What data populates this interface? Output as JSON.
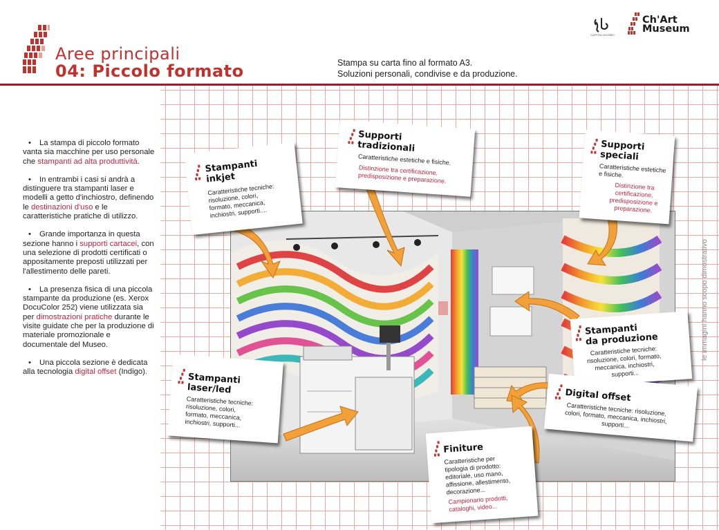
{
  "header": {
    "title_line1": "Aree principali",
    "title_line2": "04: Piccolo formato",
    "subtitle_line1": "Stampa su carta fino al formato A3.",
    "subtitle_line2": "Soluzioni personali, condivise e da produzione.",
    "partner_logo_text": "CAPITELOGOMO",
    "brand_name_line1": "Ch'Art",
    "brand_name_line2": "Museum"
  },
  "colors": {
    "accent": "#c0322e",
    "rule": "#a11a28",
    "highlight": "#c0243e",
    "grid": "#e9a8a0"
  },
  "bullets": [
    {
      "pre": "La stampa di piccolo formato vanta sia macchine per uso personale che ",
      "hl": "stampanti ad alta produttività",
      "post": "."
    },
    {
      "pre": "In entrambi i casi si andrà a distinguere tra stampanti laser e modelli a getto d'inchiostro, definendo le ",
      "hl": "destinazioni d'uso",
      "post": " e le caratteristiche pratiche di utilizzo."
    },
    {
      "pre": "Grande importanza in questa sezione hanno i ",
      "hl": "supporti cartacei",
      "post": ", con una selezione di prodotti certificati o appositamente preposti utilizzati per l'allestimento delle pareti."
    },
    {
      "pre": "La presenza fisica di una piccola stampante da produzione (es. Xerox DocuColor 252) viene utilizzata sia per ",
      "hl": "dimostrazioni pratiche",
      "post": " durante le visite guidate che per la produzione di materiale promozionale e documentale del Museo."
    },
    {
      "pre": "Una piccola sezione è dedicata alla tecnologia ",
      "hl": "digital offset",
      "post": " (Indigo)."
    }
  ],
  "side_note": "le immagini hanno scopo dimostrativo",
  "callouts": {
    "inkjet": {
      "title_1": "Stampanti",
      "title_2": "inkjet",
      "body": [
        "Caratteristiche tecniche:",
        "risoluzione, colori,",
        "formato, meccanica,",
        "inchiostri, supporti...."
      ]
    },
    "tradizionali": {
      "title_1": "Supporti",
      "title_2": "tradizionali",
      "body": [
        "Caratteristiche estetiche e fisiche."
      ],
      "red": [
        "Distinzione tra certificazione,",
        "predisposizione e preparazione."
      ]
    },
    "speciali": {
      "title_1": "Supporti",
      "title_2": "speciali",
      "body": [
        "Caratteristiche estetiche",
        "e fisiche."
      ],
      "red": [
        "Distinzione tra certificazione,",
        "predisposizione e",
        "preparazione."
      ]
    },
    "produzione": {
      "title_1": "Stampanti",
      "title_2": "da produzione",
      "body": [
        "Caratteristiche tecniche:",
        "risoluzione, colori, formato,",
        "meccanica, inchiostri,",
        "supporti..."
      ]
    },
    "laser": {
      "title_1": "Stampanti",
      "title_2": "laser/led",
      "body": [
        "Caratteristiche tecniche:",
        "risoluzione, colori,",
        "formato, meccanica,",
        "inchiostri, supporti..."
      ]
    },
    "offset": {
      "title_1": "Digital offset",
      "body": [
        "Caratteristiche tecniche: risoluzione,",
        "colori, formato, meccanica, inchiostri,",
        "supporti..."
      ]
    },
    "finiture": {
      "title_1": "Finiture",
      "body": [
        "Caratteristiche per",
        "tipologia di prodotto:",
        "editoriale, uso mano,",
        "affissione, allestimento,",
        "decorazione..."
      ],
      "red": [
        "Campionario prodotti,",
        "cataloghi, video..."
      ]
    }
  }
}
